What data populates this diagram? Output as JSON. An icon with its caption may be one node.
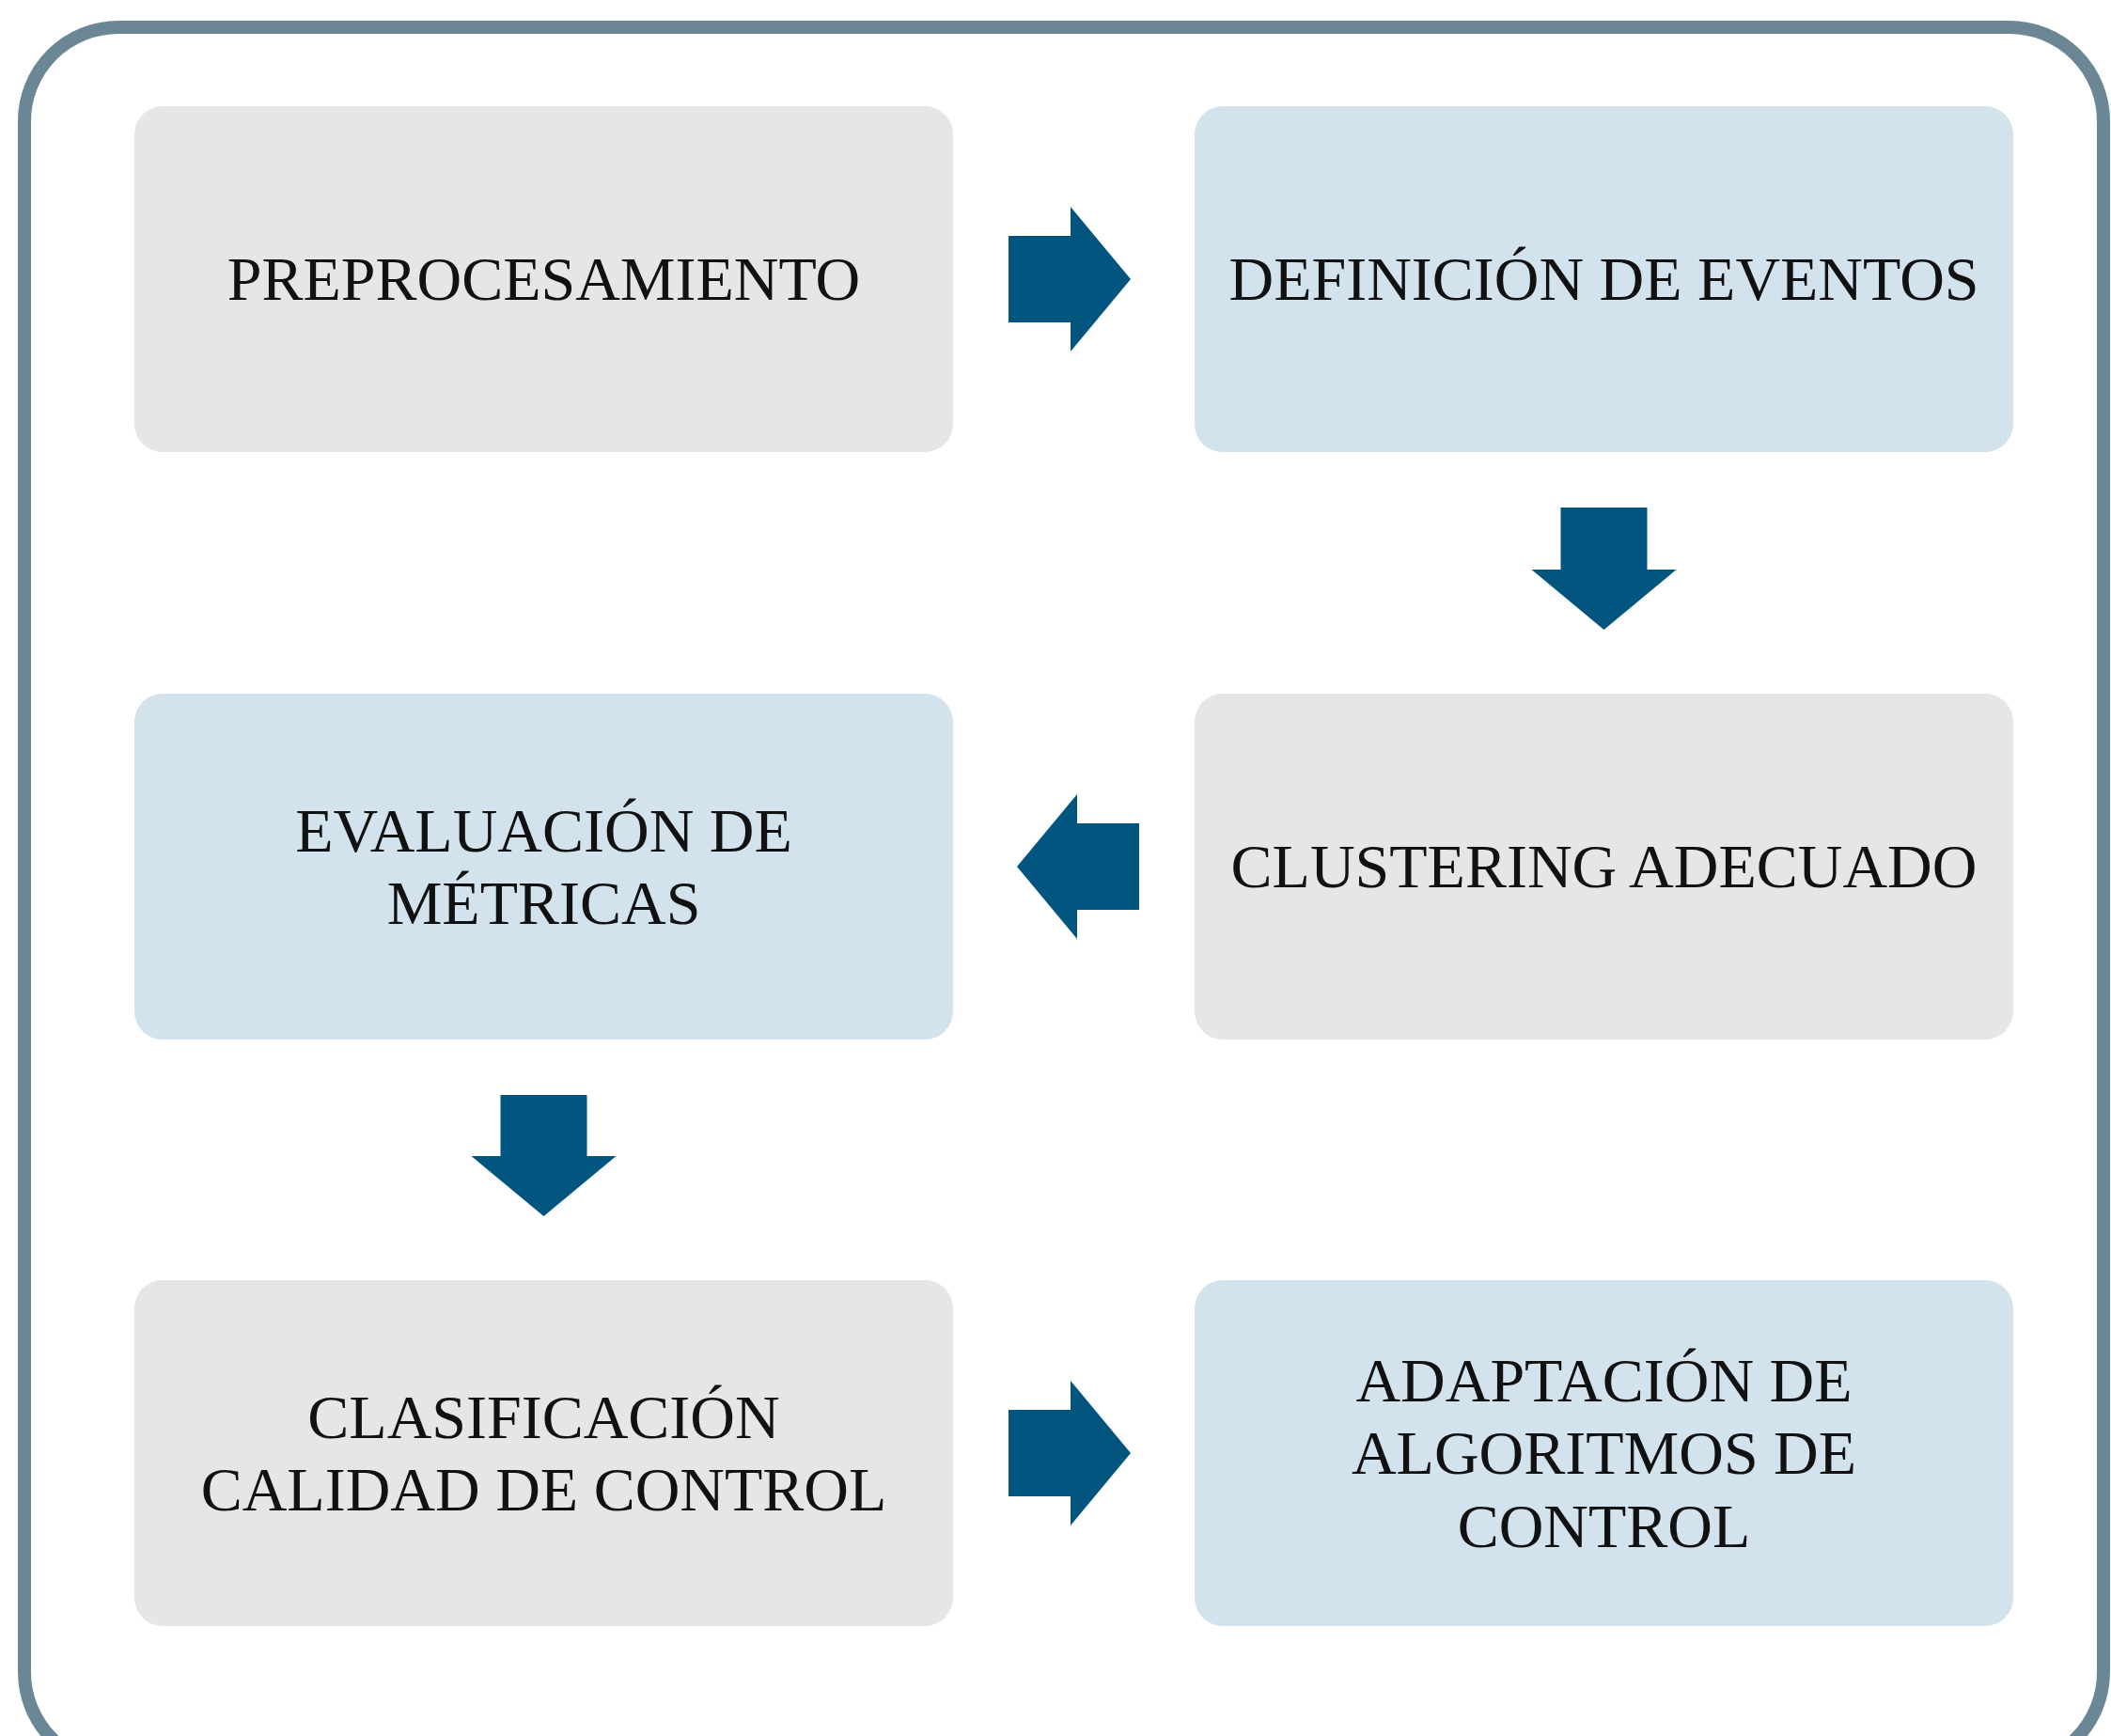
{
  "diagram": {
    "nodes": [
      {
        "text": [
          "PREPROCESAMIENTO"
        ]
      },
      {
        "text": [
          "DEFINICIÓN DE EVENTOS"
        ]
      },
      {
        "text": [
          "EVALUACIÓN DE MÉTRICAS"
        ]
      },
      {
        "text": [
          "CLUSTERING ADECUADO"
        ]
      },
      {
        "text": [
          "CLASIFICACIÓN CALIDAD DE CONTROL"
        ]
      },
      {
        "text": [
          "ADAPTACIÓN DE ALGORITMOS DE CONTROL"
        ]
      }
    ],
    "edges": [
      {
        "from": 0,
        "to": 1,
        "arrow": "to"
      },
      {
        "from": 1,
        "to": 3,
        "arrow": "to"
      },
      {
        "from": 3,
        "to": 2,
        "arrow": "to"
      },
      {
        "from": 2,
        "to": 4,
        "arrow": "to"
      },
      {
        "from": 4,
        "to": 5,
        "arrow": "to"
      }
    ]
  }
}
